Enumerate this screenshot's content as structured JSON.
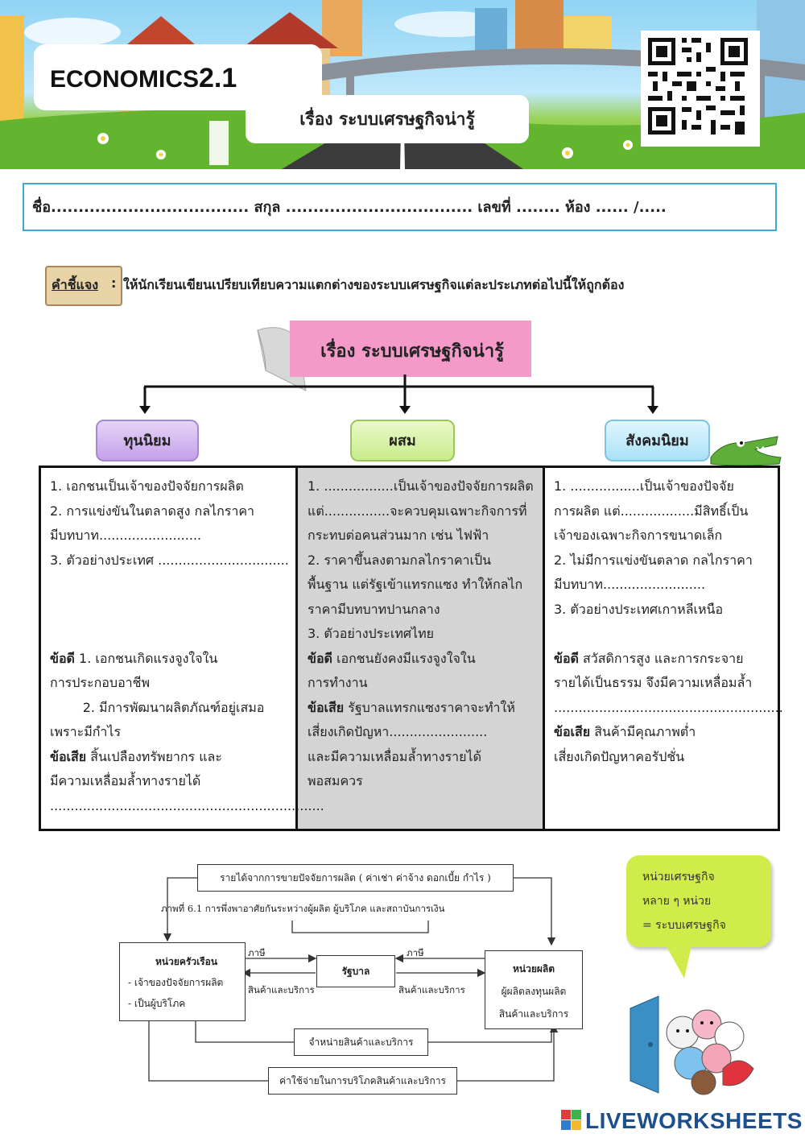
{
  "header": {
    "title_prefix": "ECONOMICS",
    "title_number": "2.1",
    "subtitle": "เรื่อง ระบบเศรษฐกิจน่ารู้"
  },
  "name_row": "ชื่อ.................................... สกุล .................................. เลขที่ ........ ห้อง ...... /.....",
  "instruction": {
    "label": "คำชี้แจง",
    "colon": ":",
    "text": "ให้นักเรียนเขียนเปรียบเทียบความแตกต่างของระบบเศรษฐกิจแต่ละประเภทต่อไปนี้ให้ถูกต้อง"
  },
  "diagram_title": "เรื่อง ระบบเศรษฐกิจน่ารู้",
  "categories": {
    "capitalism": "ทุนนิยม",
    "mixed": "ผสม",
    "socialism": "สังคมนิยม"
  },
  "columns": {
    "capitalism": [
      "1. เอกชนเป็นเจ้าของปัจจัยการผลิต",
      "2. การแข่งขันในตลาดสูง กลไกราคา",
      "มีบทบาท.........................",
      "3. ตัวอย่างประเทศ   ................................",
      "",
      "",
      "",
      "",
      "1. เอกชนเกิดแรงจูงใจใน",
      "การประกอบอาชีพ",
      "        2. มีการพัฒนาผลิตภัณฑ์อยู่เสมอ",
      "เพราะมีกำไร",
      " สิ้นเปลืองทรัพยากร และ",
      "มีความเหลื่อมล้ำทางรายได้",
      "..................................................................."
    ],
    "capitalism_bold": {
      "adv": "ข้อดี",
      "dis": "ข้อเสีย"
    },
    "mixed": [
      "1. .................เป็นเจ้าของปัจจัยการผลิต",
      "แต่................จะควบคุมเฉพาะกิจการที่",
      "กระทบต่อคนส่วนมาก  เช่น ไฟฟ้า",
      "2. ราคาขึ้นลงตามกลไกราคาเป็น",
      "พื้นฐาน แต่รัฐเข้าแทรกแซง ทำให้กลไก",
      "ราคามีบทบาทปานกลาง",
      "3. ตัวอย่างประเทศไทย",
      " เอกชนยังคงมีแรงจูงใจใน",
      "การทำงาน",
      " รัฐบาลแทรกแซงราคาจะทำให้",
      "เสี่ยงเกิดปัญหา........................",
      "และมีความเหลื่อมล้ำทางรายได้",
      "พอสมควร"
    ],
    "socialism": [
      "1. .................เป็นเจ้าของปัจจัย",
      "การผลิต แต่..................มีสิทธิ์เป็น",
      "เจ้าของเฉพาะกิจการขนาดเล็ก",
      "2. ไม่มีการแข่งขันตลาด กลไกราคา",
      "มีบทบาท.........................",
      "3. ตัวอย่างประเทศเกาหลีเหนือ",
      "",
      " สวัสดิการสูง และการกระจาย",
      "รายได้เป็นธรรม จึงมีความเหลื่อมล้ำ",
      "........................................................",
      " สินค้ามีคุณภาพต่ำ",
      "เสี่ยงเกิดปัญหาคอรัปชั่น"
    ]
  },
  "flow": {
    "top_box": "รายได้จากการขายปัจจัยการผลิต ( ค่าเช่า ค่าจ้าง  ดอกเบี้ย กำไร )",
    "caption": "ภาพที่ 6.1 การพึ่งพาอาศัยกันระหว่างผู้ผลิต ผู้บริโภค และสถาบันการเงิน",
    "household_title": "หน่วยครัวเรือน",
    "household_line1": "- เจ้าของปัจจัยการผลิต",
    "household_line2": "- เป็นผู้บริโภค",
    "government": "รัฐบาล",
    "producer_title": "หน่วยผลิต",
    "producer_line1": "ผู้ผลิตลงทุนผลิต",
    "producer_line2": "สินค้าและบริการ",
    "tax_left": "ภาษี",
    "tax_right": "ภาษี",
    "goods_left": "สินค้าและบริการ",
    "goods_right": "สินค้าและบริการ",
    "sell_box": "จำหน่ายสินค้าและบริการ",
    "spend_box": "ค่าใช้จ่ายในการบริโภคสินค้าและบริการ"
  },
  "bubble": {
    "line1": "หน่วยเศรษฐกิจ",
    "line2": "หลาย ๆ หน่วย",
    "line3": "= ระบบเศรษฐกิจ"
  },
  "brand": "LIVEWORKSHEETS",
  "colors": {
    "banner_pink": "#f49ac8",
    "name_border": "#3fa9d6",
    "mixed_column": "#d4d4d4",
    "bubble": "#cfec4a",
    "brand": "#1c4f8f"
  }
}
